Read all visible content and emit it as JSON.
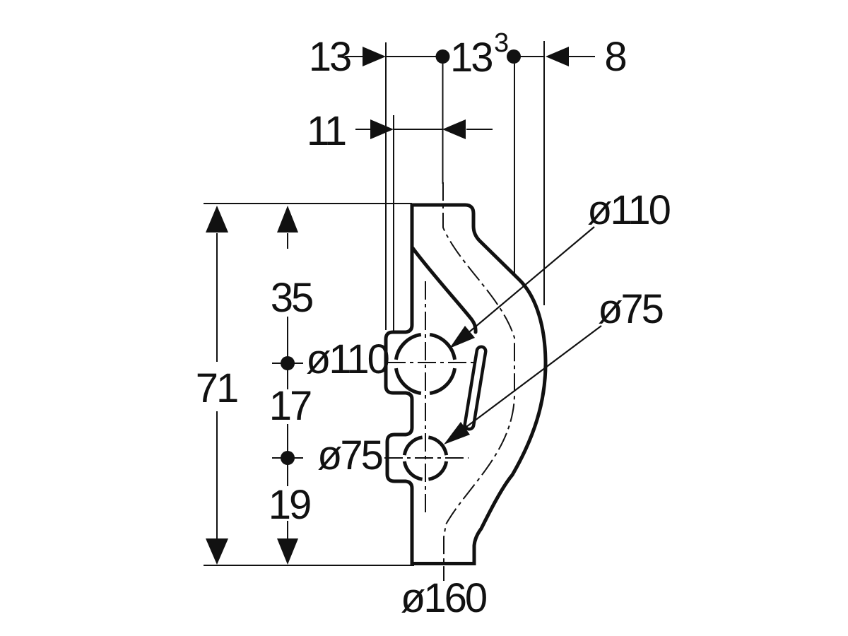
{
  "drawing": {
    "kind": "technical-dimension-drawing",
    "description": "Sectional profile of a pipe fitting with dimension chains and socket diameters",
    "colors": {
      "ink": "#111111",
      "paper": "#ffffff"
    },
    "labels": {
      "dim_top_left": "13",
      "dim_top_mid": "13",
      "dim_top_mid_sup": "3",
      "dim_top_right": "8",
      "dim_socket_depth": "11",
      "dim_seg_35": "35",
      "dim_total_71": "71",
      "dim_seg_17": "17",
      "dim_seg_19": "19",
      "socket_left_110": "ø110",
      "socket_left_75": "ø75",
      "leader_right_110": "ø110",
      "leader_right_75": "ø75",
      "dim_bottom_160": "ø160"
    },
    "measurements_mm": {
      "horizontal_top": [
        13,
        13,
        8
      ],
      "horizontal_top_note": "second 13 carries footnote 3",
      "socket_depth": 11,
      "vertical_total": 71,
      "vertical_segments": [
        35,
        17,
        19
      ],
      "diameters": [
        110,
        75,
        160
      ]
    }
  }
}
